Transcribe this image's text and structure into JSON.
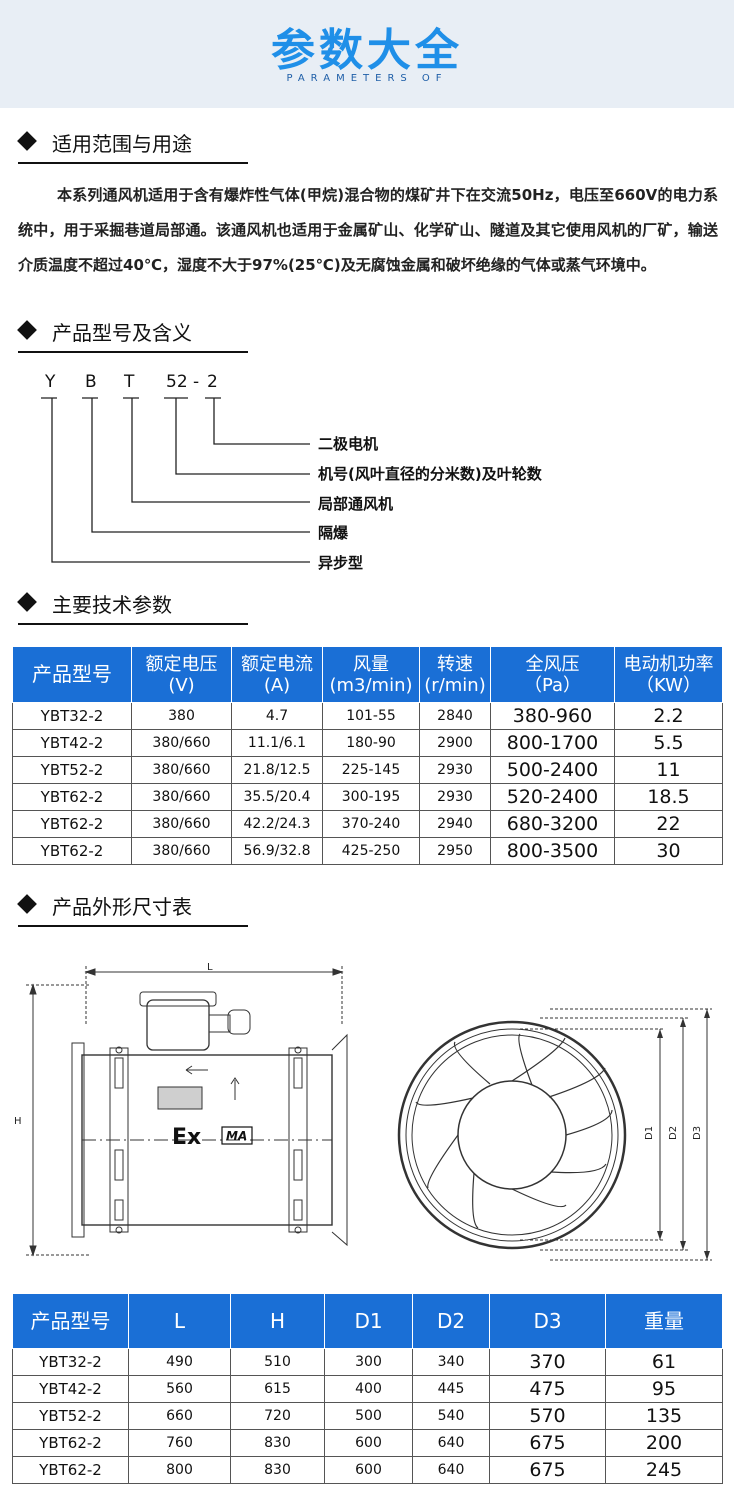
{
  "banner": {
    "title": "参数大全",
    "subtitle": "PARAMETERS OF"
  },
  "sections": {
    "scope": "适用范围与用途",
    "model": "产品型号及含义",
    "tech": "主要技术参数",
    "dims": "产品外形尺寸表"
  },
  "intro": "本系列通风机适用于含有爆炸性气体(甲烷)混合物的煤矿井下在交流50Hz，电压至660V的电力系统中，用于采掘巷道局部通。该通风机也适用于金属矿山、化学矿山、隧道及其它使用风机的厂矿，输送介质温度不超过40℃，湿度不大于97%(25℃)及无腐蚀金属和破坏绝缘的气体或蒸气环境中。",
  "model_code": {
    "y": "Y",
    "b": "B",
    "t": "T",
    "num": "52",
    "dash": "-",
    "pole": "2"
  },
  "model_meanings": [
    "二极电机",
    "机号(风叶直径的分米数)及叶轮数",
    "局部通风机",
    "隔爆",
    "异步型"
  ],
  "tech_table": {
    "headers": [
      [
        "产品型号",
        ""
      ],
      [
        "额定电压",
        "(V)"
      ],
      [
        "额定电流",
        "(A)"
      ],
      [
        "风量",
        "(m3/min)"
      ],
      [
        "转速",
        "(r/min)"
      ],
      [
        "全风压",
        "（Pa）"
      ],
      [
        "电动机功率",
        "（KW）"
      ]
    ],
    "rows": [
      [
        "YBT32-2",
        "380",
        "4.7",
        "101-55",
        "2840",
        "380-960",
        "2.2"
      ],
      [
        "YBT42-2",
        "380/660",
        "11.1/6.1",
        "180-90",
        "2900",
        "800-1700",
        "5.5"
      ],
      [
        "YBT52-2",
        "380/660",
        "21.8/12.5",
        "225-145",
        "2930",
        "500-2400",
        "11"
      ],
      [
        "YBT62-2",
        "380/660",
        "35.5/20.4",
        "300-195",
        "2930",
        "520-2400",
        "18.5"
      ],
      [
        "YBT62-2",
        "380/660",
        "42.2/24.3",
        "370-240",
        "2940",
        "680-3200",
        "22"
      ],
      [
        "YBT62-2",
        "380/660",
        "56.9/32.8",
        "425-250",
        "2950",
        "800-3500",
        "30"
      ]
    ]
  },
  "drawing": {
    "l": "L",
    "h": "H",
    "ex": "Ex",
    "ma": "MA",
    "d1": "D1",
    "d2": "D2",
    "d3": "D3"
  },
  "dims_table": {
    "headers": [
      "产品型号",
      "L",
      "H",
      "D1",
      "D2",
      "D3",
      "重量"
    ],
    "rows": [
      [
        "YBT32-2",
        "490",
        "510",
        "300",
        "340",
        "370",
        "61"
      ],
      [
        "YBT42-2",
        "560",
        "615",
        "400",
        "445",
        "475",
        "95"
      ],
      [
        "YBT52-2",
        "660",
        "720",
        "500",
        "540",
        "570",
        "135"
      ],
      [
        "YBT62-2",
        "760",
        "830",
        "600",
        "640",
        "675",
        "200"
      ],
      [
        "YBT62-2",
        "800",
        "830",
        "600",
        "640",
        "675",
        "245"
      ]
    ]
  },
  "colors": {
    "accent": "#1a6fd6",
    "banner_bg": "#e8eef5",
    "title": "#1f8fe8"
  }
}
